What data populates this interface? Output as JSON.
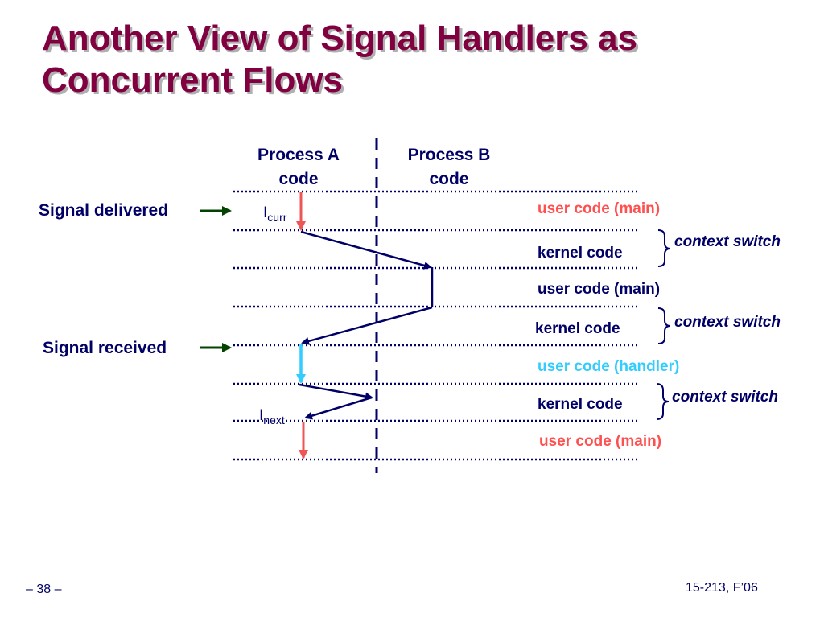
{
  "slide": {
    "title_line1": "Another View of Signal Handlers as",
    "title_line2": "Concurrent Flows",
    "page_number": "– 38 –",
    "course": "15-213, F’06"
  },
  "diagram": {
    "column_a": {
      "line1": "Process A",
      "line2": "code"
    },
    "column_b": {
      "line1": "Process B",
      "line2": "code"
    },
    "left_labels": {
      "signal_delivered": "Signal delivered",
      "signal_received": "Signal received"
    },
    "markers": {
      "icurr": {
        "main": "I",
        "sub": "curr"
      },
      "inext": {
        "main": "I",
        "sub": "next"
      }
    },
    "segments": [
      {
        "text": "user code (main)"
      },
      {
        "text": "kernel code"
      },
      {
        "text": "user code (main)"
      },
      {
        "text": "kernel code"
      },
      {
        "text": "user code (handler)"
      },
      {
        "text": "kernel code"
      },
      {
        "text": "user code (main)"
      }
    ],
    "context_switch_label": "context switch",
    "colors": {
      "title": "#800040",
      "text": "#000066",
      "user_main_highlight": "#ff5050",
      "user_handler_highlight": "#33ccff",
      "arrow_red": "#ee5555",
      "arrow_cyan": "#33ccff",
      "arrow_green": "#004400",
      "flow_line": "#000066"
    }
  }
}
